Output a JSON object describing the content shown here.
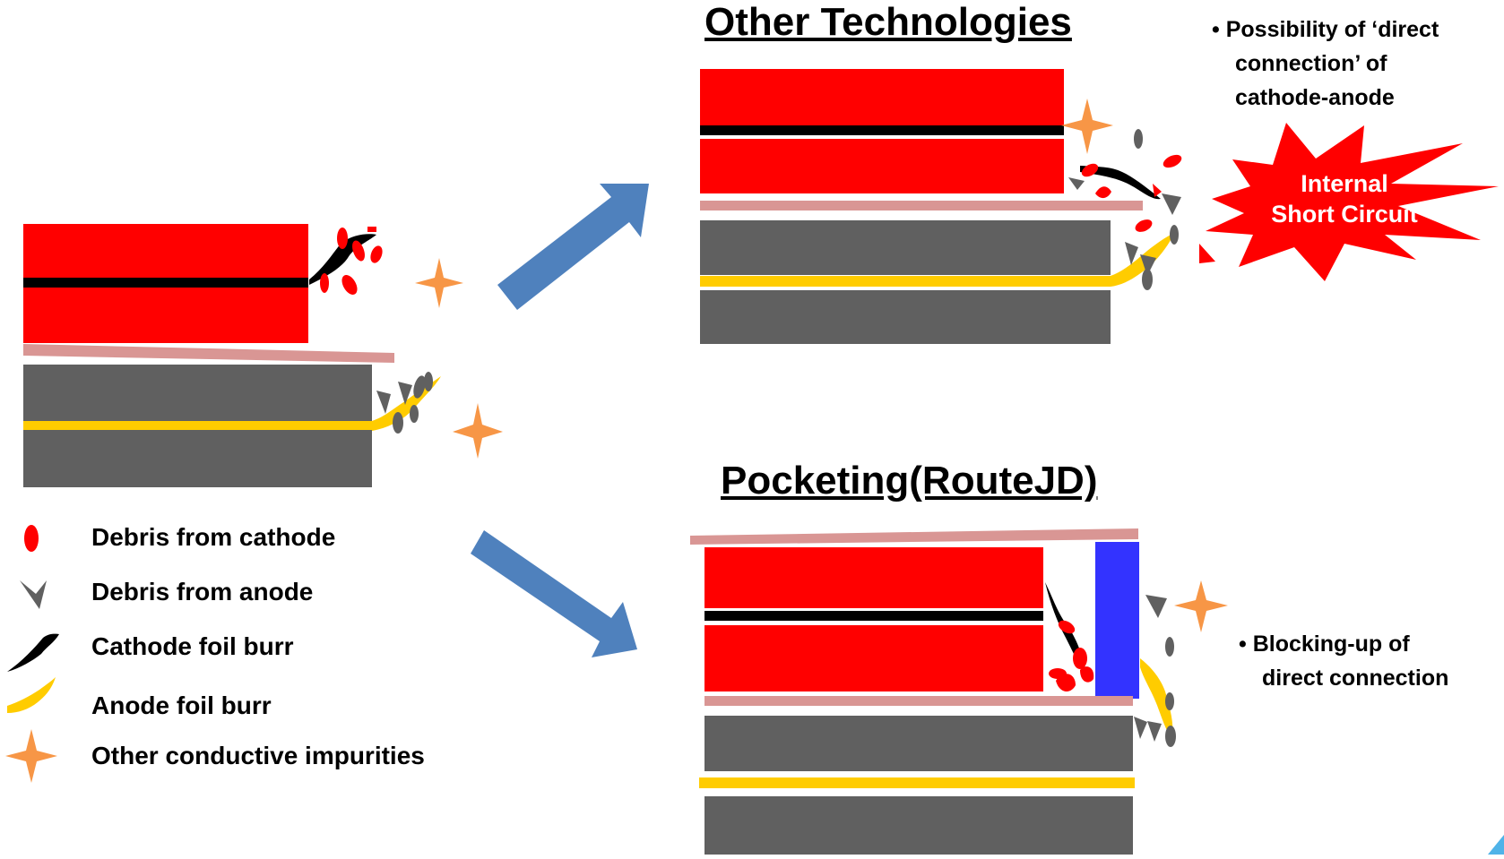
{
  "titles": {
    "other": "Other Technologies",
    "pocketing": "Pocketing(RouteJD)"
  },
  "notes": {
    "top_bullet": "•",
    "top_line1": "Possibility of ‘direct",
    "top_line2": "connection’ of",
    "top_line3": "cathode-anode",
    "short_circuit_line1": "Internal",
    "short_circuit_line2": "Short Circuit",
    "bottom_bullet": "•",
    "bottom_line1": "Blocking-up of",
    "bottom_line2": "direct connection"
  },
  "legend": [
    {
      "icon": "cathode-debris-icon",
      "label": "Debris from cathode"
    },
    {
      "icon": "anode-debris-icon",
      "label": "Debris from anode"
    },
    {
      "icon": "cathode-burr-icon",
      "label": "Cathode foil burr"
    },
    {
      "icon": "anode-burr-icon",
      "label": "Anode foil burr"
    },
    {
      "icon": "impurity-star-icon",
      "label": "Other conductive impurities"
    }
  ],
  "colors": {
    "cathode": "#ff0000",
    "anode": "#606060",
    "cathode_foil": "#000000",
    "anode_foil": "#ffcc00",
    "separator": "#d99694",
    "arrow": "#4f81bd",
    "impurity": "#f79646",
    "pocket_blocker": "#3333ff",
    "short_circuit_star": "#ff0000"
  }
}
